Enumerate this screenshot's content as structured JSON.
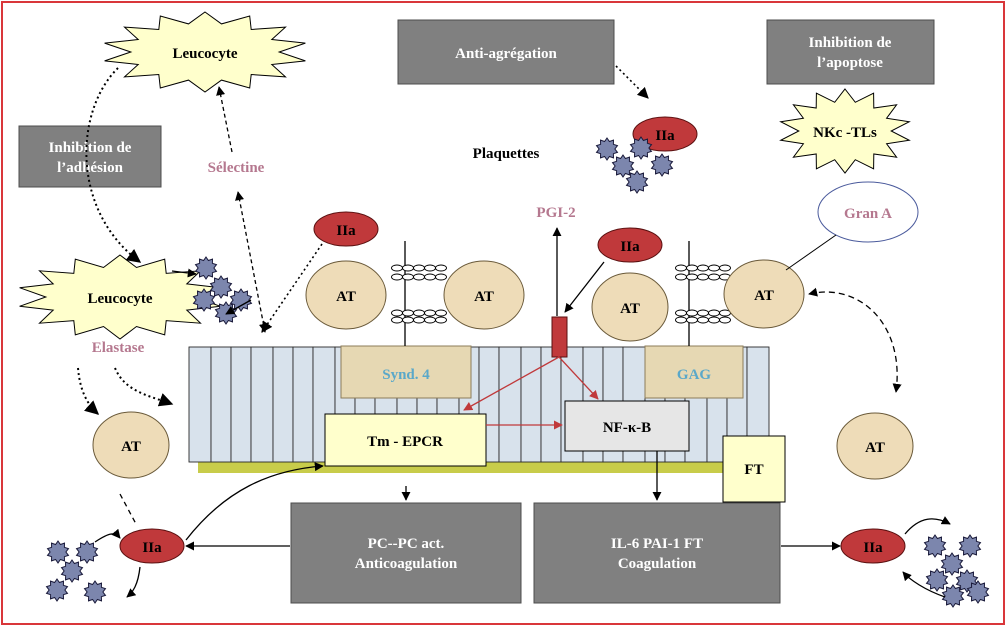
{
  "colors": {
    "frame": "#d9363a",
    "gray_box": "#808080",
    "gray_box_border": "#4d4d4d",
    "star_fill": "#ffffcc",
    "at_fill": "#eedcb8",
    "at_border": "#6a5a3a",
    "iia_fill": "#c0393b",
    "platelet_fill": "#7c86ad",
    "cell_fill": "#d8e2ec",
    "matrix_fill": "#c8cc4a",
    "synd_fill": "#e6d8b3",
    "tm_fill": "#ffffcc",
    "nfkb_fill": "#e6e6e6",
    "pink_text": "#b5788f",
    "blue_text": "#5aa8c9",
    "red_arrow": "#c0393b"
  },
  "labels": {
    "leucocyte_top": "Leucocyte",
    "leucocyte_left": "Leucocyte",
    "inhibition_adhesion_1": "Inhibition de",
    "inhibition_adhesion_2": "l’adhésion",
    "selectine": "Sélectine",
    "elastase": "Elastase",
    "anti_agregation": "Anti-agrégation",
    "plaquettes": "Plaquettes",
    "inhibition_apoptose_1": "Inhibition de",
    "inhibition_apoptose_2": "l’apoptose",
    "nkc_tls": "NKc -TLs",
    "gran_a": "Gran A",
    "pgi2": "PGI-2",
    "iia": "IIa",
    "at": "AT",
    "synd4": "Synd. 4",
    "gag": "GAG",
    "tm_epcr": "Tm - EPCR",
    "nfkb": "NF-κ-B",
    "ft": "FT",
    "pc_1": "PC--PC act.",
    "pc_2": "Anticoagulation",
    "il6_1": "IL-6 PAI-1  FT",
    "il6_2": "Coagulation"
  }
}
